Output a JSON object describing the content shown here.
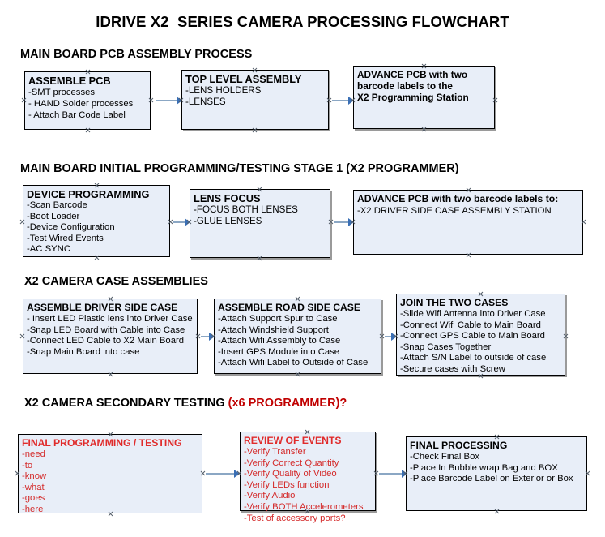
{
  "document": {
    "title": "IDRIVE X2  SERIES CAMERA PROCESSING FLOWCHART"
  },
  "colors": {
    "box_fill": "#e8eef8",
    "box_border": "#000000",
    "connector": "#8ba7c4",
    "arrow_head": "#3a6fb5",
    "red_text": "#d42a2a",
    "black_text": "#000000"
  },
  "sections": [
    {
      "id": "main-board-pcb-assembly",
      "heading": "MAIN BOARD PCB ASSEMBLY PROCESS",
      "heading_red": "",
      "nodes": [
        {
          "id": "assemble-pcb",
          "title": "ASSEMBLE PCB",
          "items": [
            "-SMT processes",
            "- HAND Solder processes",
            "- Attach Bar Code Label"
          ]
        },
        {
          "id": "top-level-assembly",
          "title": "TOP LEVEL ASSEMBLY",
          "items": [
            "-LENS HOLDERS",
            "-LENSES"
          ]
        },
        {
          "id": "advance-pcb-to-programming-station",
          "title": "ADVANCE PCB with two",
          "items": [
            "barcode labels to the",
            " X2 Programming Station"
          ]
        }
      ]
    },
    {
      "id": "main-board-initial-programming",
      "heading": "MAIN BOARD INITIAL PROGRAMMING/TESTING STAGE 1 (X2 PROGRAMMER)",
      "heading_red": "",
      "nodes": [
        {
          "id": "device-programming",
          "title": "DEVICE PROGRAMMING",
          "items": [
            "-Scan Barcode",
            "-Boot Loader",
            "-Device Configuration",
            "-Test Wired Events",
            "-AC SYNC"
          ]
        },
        {
          "id": "lens-focus",
          "title": "LENS FOCUS",
          "items": [
            "-FOCUS BOTH LENSES",
            "-GLUE LENSES"
          ]
        },
        {
          "id": "advance-pcb-to-driver-side-case",
          "title": "ADVANCE PCB with two barcode labels to:",
          "items": [
            "-X2 DRIVER  SIDE  CASE  ASSEMBLY STATION"
          ]
        }
      ]
    },
    {
      "id": "x2-camera-case-assemblies",
      "heading": "X2 CAMERA CASE ASSEMBLIES",
      "heading_red": "",
      "nodes": [
        {
          "id": "assemble-driver-side-case",
          "title": "ASSEMBLE DRIVER SIDE CASE",
          "items": [
            "- Insert LED Plastic lens into Driver Case",
            "-Snap LED Board with Cable into Case",
            "-Connect LED Cable to X2 Main Board",
            "-Snap Main Board into case"
          ]
        },
        {
          "id": "assemble-road-side-case",
          "title": "ASSEMBLE ROAD SIDE CASE",
          "items": [
            "-Attach Support Spur to Case",
            "-Attach Windshield Support",
            "-Attach Wifi Assembly to Case",
            "-Insert GPS Module into Case",
            "-Attach Wifi Label to Outside of Case"
          ]
        },
        {
          "id": "join-the-two-cases",
          "title": "JOIN THE TWO CASES",
          "items": [
            "-Slide Wifi Antenna into Driver Case",
            "-Connect Wifi Cable to Main Board",
            "-Connect GPS Cable to Main Board",
            "-Snap Cases Together",
            "-Attach S/N Label to outside of case",
            "-Secure cases with Screw"
          ]
        }
      ]
    },
    {
      "id": "x2-camera-secondary-testing",
      "heading": "X2 CAMERA SECONDARY TESTING ",
      "heading_red": "(x6 PROGRAMMER)?",
      "nodes": [
        {
          "id": "final-programming-testing",
          "title": "FINAL PROGRAMMING / TESTING",
          "items": [
            "-need",
            "-to",
            "-know",
            "-what",
            "-goes",
            "-here"
          ]
        },
        {
          "id": "review-of-events",
          "title": "REVIEW OF EVENTS",
          "items": [
            "-Verify Transfer",
            "-Verify Correct Quantity",
            "-Verify Quality of Video",
            "-Verify LEDs function",
            "-Verify Audio",
            "-Verify BOTH Accelerometers",
            "-Test of accessory ports?"
          ]
        },
        {
          "id": "final-processing",
          "title": "FINAL PROCESSING",
          "items": [
            " -Check Final Box",
            "-Place In Bubble wrap Bag and BOX",
            "-Place Barcode Label on Exterior or Box"
          ]
        }
      ]
    }
  ]
}
